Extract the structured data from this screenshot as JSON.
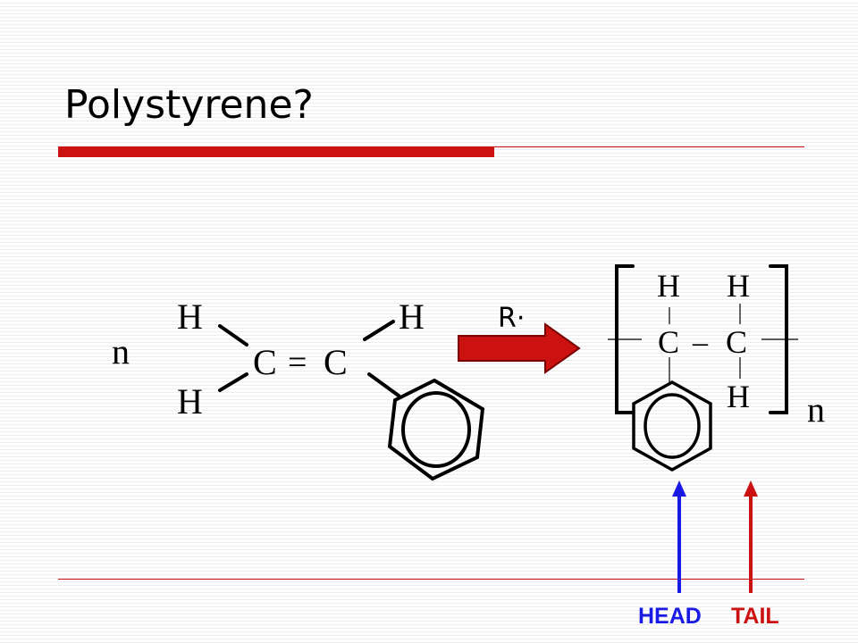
{
  "slide": {
    "title": "Polystyrene?"
  },
  "monomer": {
    "coefficient": "n",
    "atoms": {
      "h_upper_left": "H",
      "h_lower_left": "H",
      "h_upper_right": "H",
      "c_left": "C",
      "bond": "=",
      "c_right": "C"
    }
  },
  "arrow": {
    "initiator": "R·",
    "color": "#cc1111"
  },
  "polymer": {
    "subscript": "n",
    "atoms": {
      "h_top_left": "H",
      "h_top_right": "H",
      "c_left": "C",
      "bond": "–",
      "c_right": "C",
      "h_bottom_right": "H"
    }
  },
  "labels": {
    "head": {
      "text": "HEAD",
      "color": "#1a1ae6"
    },
    "tail": {
      "text": "TAIL",
      "color": "#cc1111"
    }
  }
}
